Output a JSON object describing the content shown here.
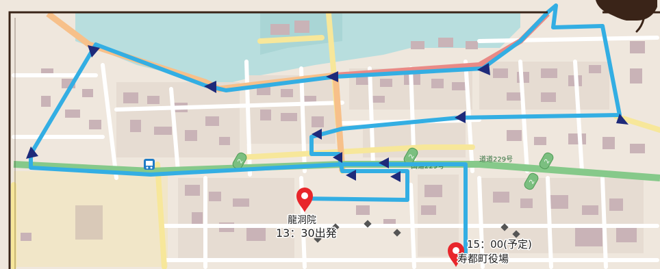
{
  "map": {
    "colors": {
      "land": "#efe7dd",
      "block": "#e6dcd2",
      "building": "#c9b3b7",
      "water": "#b8dede",
      "park": "#f1e6c8",
      "road_minor": "#ffffff",
      "road_yellow": "#f7e79a",
      "road_green": "#86c98a",
      "road_orange": "#f7c08a",
      "road_red": "#e98a86",
      "route": "#33aee3",
      "arrow": "#1e2a7a",
      "pin": "#e8262b",
      "frame": "#3a2418"
    },
    "route_shield_labels": [
      "2",
      "2",
      "2",
      "2"
    ],
    "road_names": [
      "道道229号",
      "国道229号"
    ],
    "markers": [
      {
        "name": "龍洞院",
        "time": "13：30出発",
        "icon": "map-pin-icon"
      },
      {
        "name": "寿都町役場",
        "time": "15：00(予定)",
        "icon": "map-pin-icon"
      }
    ],
    "decoration_icon": "cat-icon",
    "bus_icon": "bus-stop-icon"
  }
}
